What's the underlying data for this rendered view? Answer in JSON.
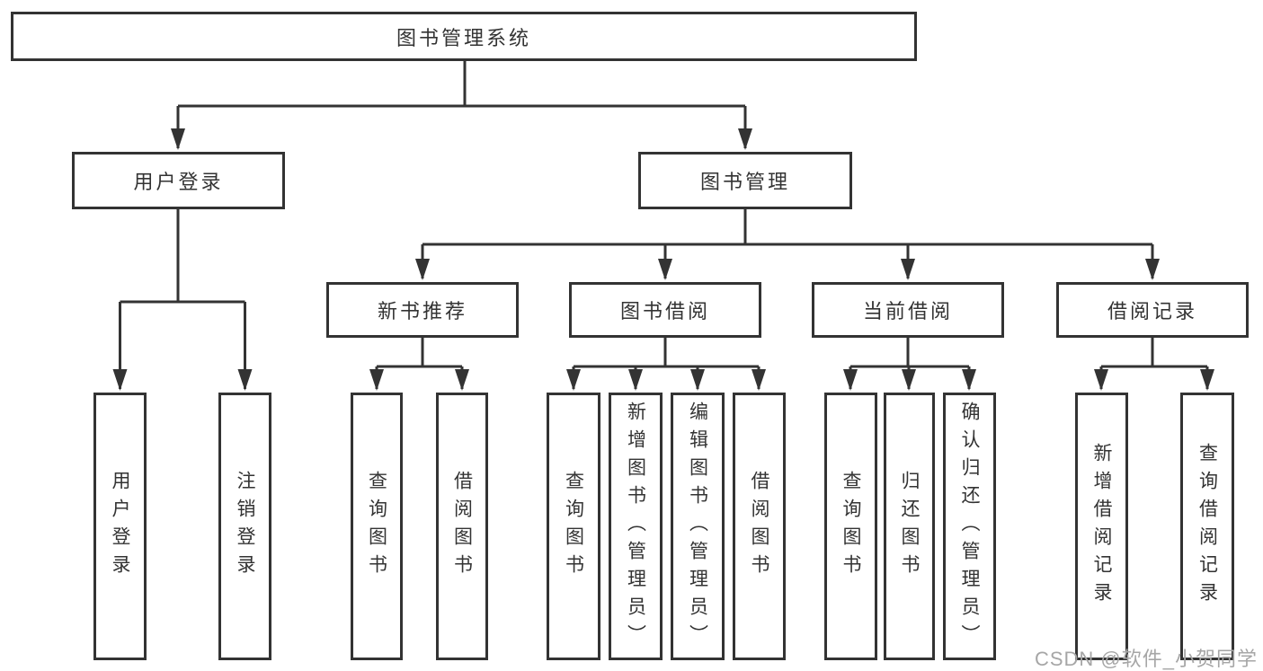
{
  "tree": {
    "label": "图书管理系统",
    "children": [
      {
        "label": "用户登录",
        "children": [
          {
            "label": "用户登录"
          },
          {
            "label": "注销登录"
          }
        ]
      },
      {
        "label": "图书管理",
        "children": [
          {
            "label": "新书推荐",
            "children": [
              {
                "label": "查询图书"
              },
              {
                "label": "借阅图书"
              }
            ]
          },
          {
            "label": "图书借阅",
            "children": [
              {
                "label": "查询图书"
              },
              {
                "label": "新增图书（管理员）"
              },
              {
                "label": "编辑图书（管理员）"
              },
              {
                "label": "借阅图书"
              }
            ]
          },
          {
            "label": "当前借阅",
            "children": [
              {
                "label": "查询图书"
              },
              {
                "label": "归还图书"
              },
              {
                "label": "确认归还（管理员）"
              }
            ]
          },
          {
            "label": "借阅记录",
            "children": [
              {
                "label": "新增借阅记录"
              },
              {
                "label": "查询借阅记录"
              }
            ]
          }
        ]
      }
    ]
  },
  "watermark": {
    "text": "CSDN @软件_小贺同学"
  },
  "colors": {
    "line": "#333333",
    "box_fill": "#ffffff",
    "text": "#333333",
    "watermark": "#a6a6a6",
    "bg": "#ffffff"
  }
}
